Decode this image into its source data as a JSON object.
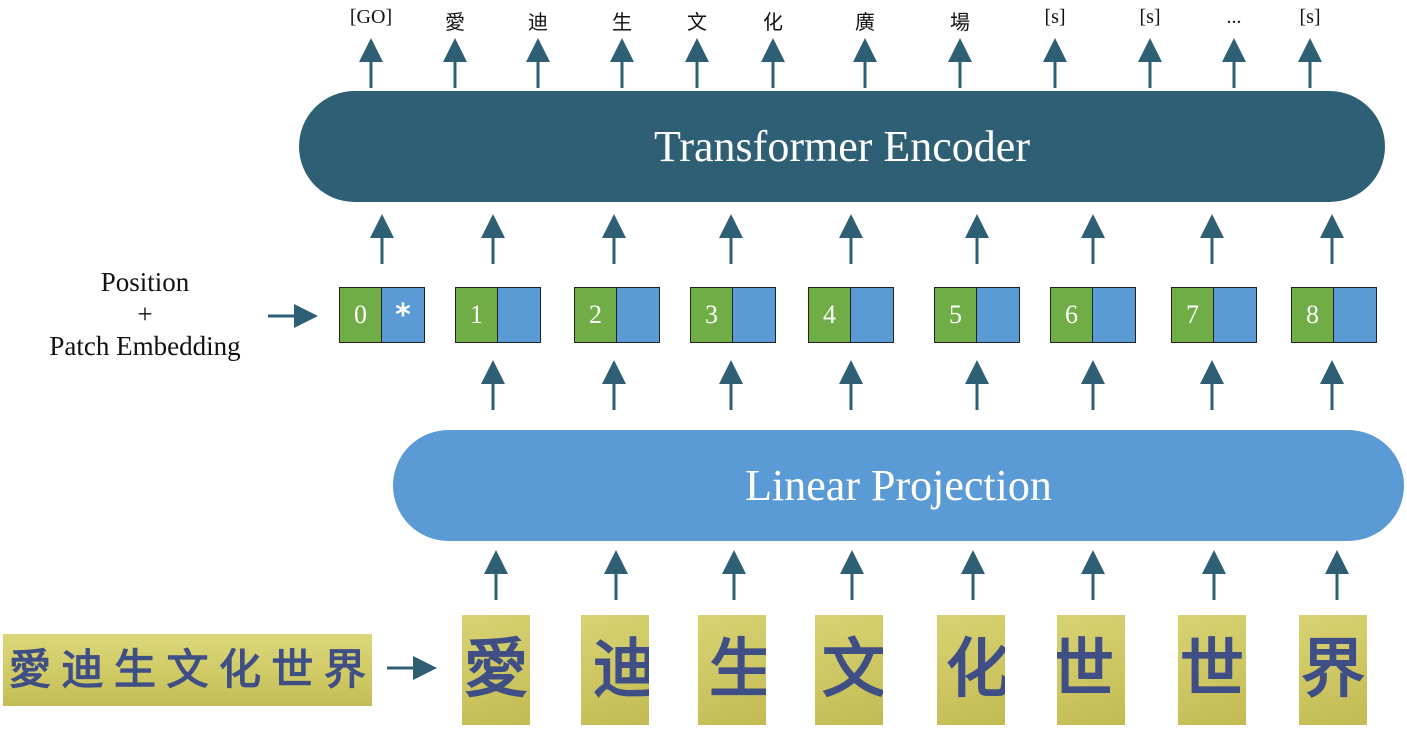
{
  "output_tokens": [
    "[GO]",
    "愛",
    "迪",
    "生",
    "文",
    "化",
    "廣",
    "場",
    "[s]",
    "[s]",
    "...",
    "[s]"
  ],
  "encoder_label": "Transformer Encoder",
  "projection_label": "Linear Projection",
  "position_label": {
    "line1": "Position",
    "line2": "+",
    "line3": "Patch Embedding"
  },
  "embeddings": [
    {
      "index": "0",
      "patch": "*"
    },
    {
      "index": "1",
      "patch": ""
    },
    {
      "index": "2",
      "patch": ""
    },
    {
      "index": "3",
      "patch": ""
    },
    {
      "index": "4",
      "patch": ""
    },
    {
      "index": "5",
      "patch": ""
    },
    {
      "index": "6",
      "patch": ""
    },
    {
      "index": "7",
      "patch": ""
    },
    {
      "index": "8",
      "patch": ""
    }
  ],
  "source_image_text": "愛迪生文化世界",
  "patches": [
    "愛",
    "迪",
    "生",
    "文",
    "化",
    "世",
    "世",
    "界"
  ],
  "colors": {
    "encoder": "#2f5f75",
    "projection": "#5b9bd5",
    "position_embedding": "#70ad47",
    "patch_embedding": "#5b9bd5",
    "arrow": "#2f5f75",
    "patch_background": "#cfc964",
    "ink": "#3f4f86"
  }
}
